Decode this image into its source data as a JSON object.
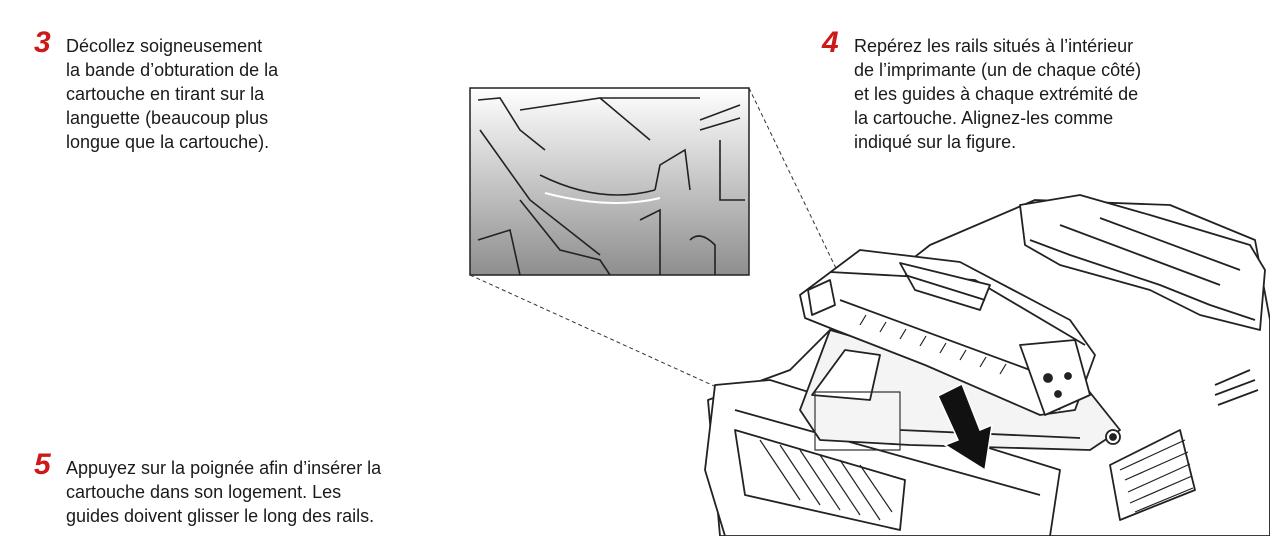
{
  "steps": [
    {
      "number": "3",
      "text": "Décollez soigneusement\nla bande d’obturation de la\ncartouche en tirant sur la\nlanguette (beaucoup plus\nlongue que la cartouche)."
    },
    {
      "number": "4",
      "text": "Repérez les rails situés à l’intérieur\nde l’imprimante (un de chaque côté)\net les guides à chaque extrémité de\nla cartouche. Alignez-les comme\nindiqué sur la figure."
    },
    {
      "number": "5",
      "text": "Appuyez sur la poignée afin d’insérer la\ncartouche dans son logement. Les\nguides doivent glisser le long des rails."
    }
  ],
  "colors": {
    "step_number": "#cc1a1a",
    "text": "#1a1a1a",
    "line_art": "#222222"
  }
}
